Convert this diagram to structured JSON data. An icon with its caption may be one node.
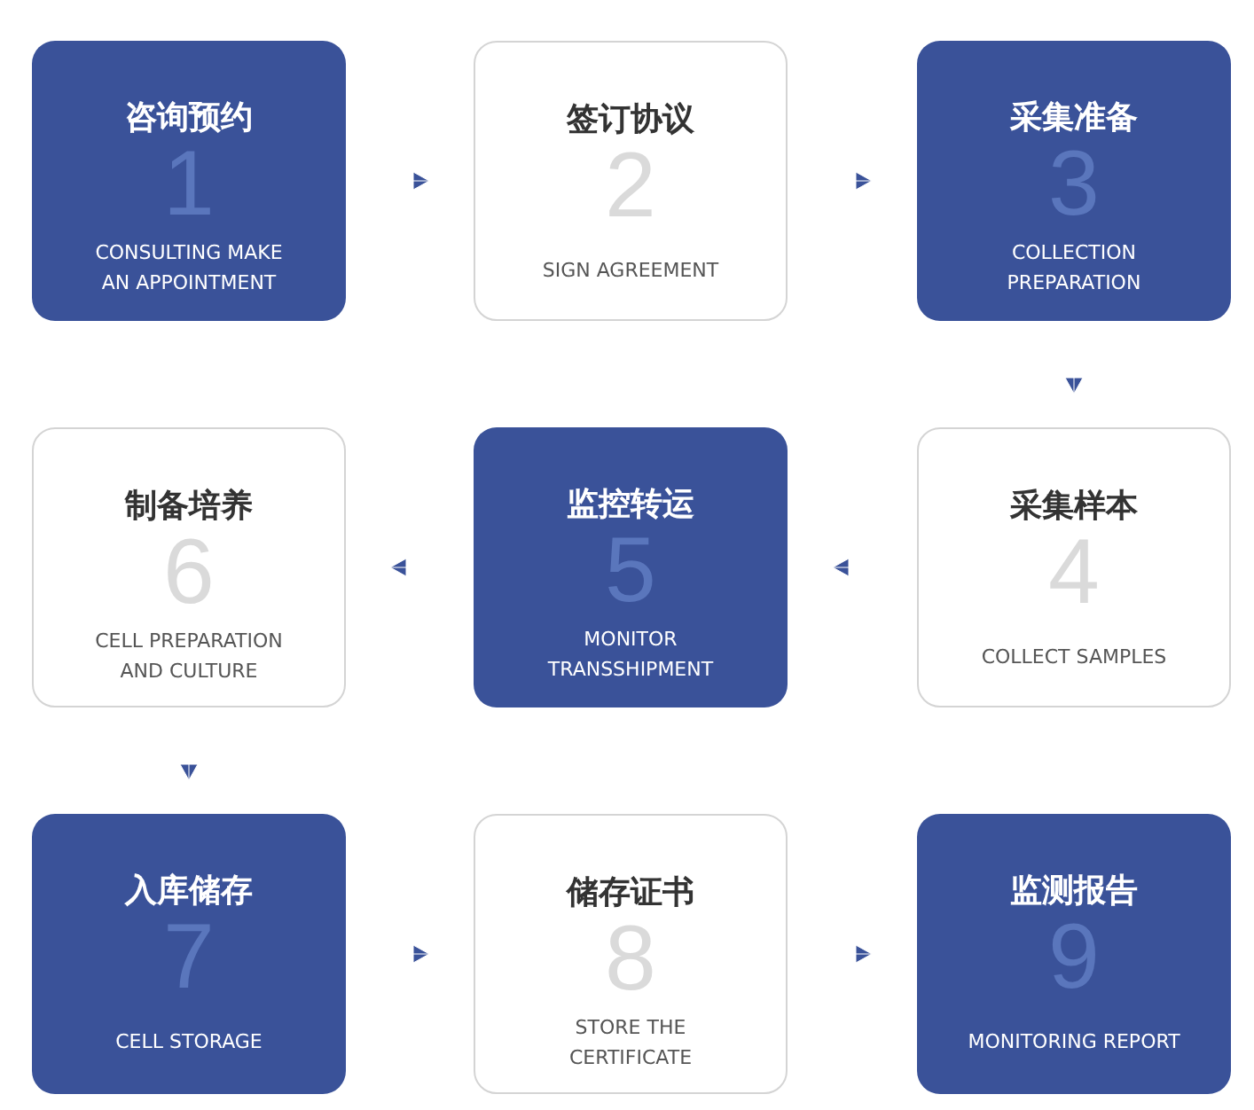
{
  "diagram": {
    "nodes": [
      {
        "text": [
          "咨询预约",
          "1",
          "CONSULTING MAKE AN APPOINTMENT"
        ]
      },
      {
        "text": [
          "签订协议",
          "2",
          "SIGN AGREEMENT"
        ]
      },
      {
        "text": [
          "采集准备",
          "3",
          "COLLECTION PREPARATION"
        ]
      },
      {
        "text": [
          "采集样本",
          "4",
          "COLLECT SAMPLES"
        ]
      },
      {
        "text": [
          "监控转运",
          "5",
          "MONITOR TRANSSHIPMENT"
        ]
      },
      {
        "text": [
          "制备培养",
          "6",
          "CELL PREPARATION AND CULTURE"
        ]
      },
      {
        "text": [
          "入库储存",
          "7",
          "CELL STORAGE"
        ]
      },
      {
        "text": [
          "储存证书",
          "8",
          "STORE THE CERTIFICATE"
        ]
      },
      {
        "text": [
          "监测报告",
          "9",
          "MONITORING REPORT"
        ]
      }
    ],
    "edges": [
      {
        "from": 0,
        "to": 1,
        "arrow": "to"
      },
      {
        "from": 1,
        "to": 2,
        "arrow": "to"
      },
      {
        "from": 2,
        "to": 3,
        "arrow": "to"
      },
      {
        "from": 3,
        "to": 4,
        "arrow": "to"
      },
      {
        "from": 4,
        "to": 5,
        "arrow": "to"
      },
      {
        "from": 5,
        "to": 6,
        "arrow": "to"
      },
      {
        "from": 6,
        "to": 7,
        "arrow": "to"
      },
      {
        "from": 7,
        "to": 8,
        "arrow": "to"
      }
    ]
  }
}
